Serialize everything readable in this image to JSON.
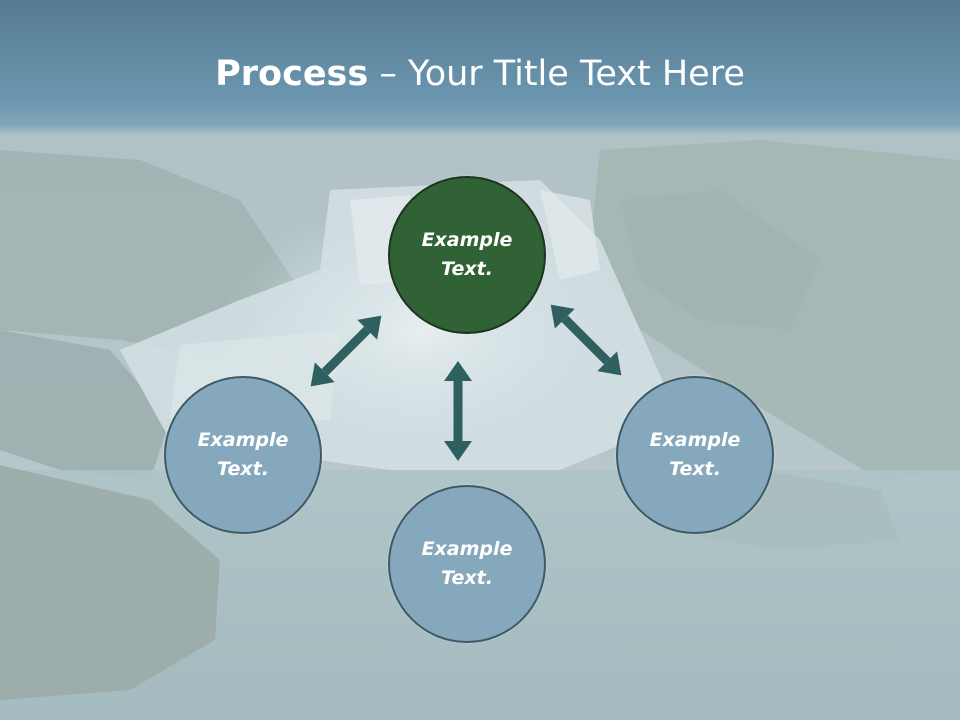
{
  "slide": {
    "title_bold": "Process",
    "title_rest": " – Your Title Text Here"
  },
  "diagram": {
    "center": "Example Text.",
    "left": "Example Text.",
    "bottom": "Example Text.",
    "right": "Example Text."
  },
  "colors": {
    "center_fill": "#316235",
    "satellite_fill": "#86a8bd",
    "arrow": "#2f6060",
    "header": "#6c97b0"
  }
}
